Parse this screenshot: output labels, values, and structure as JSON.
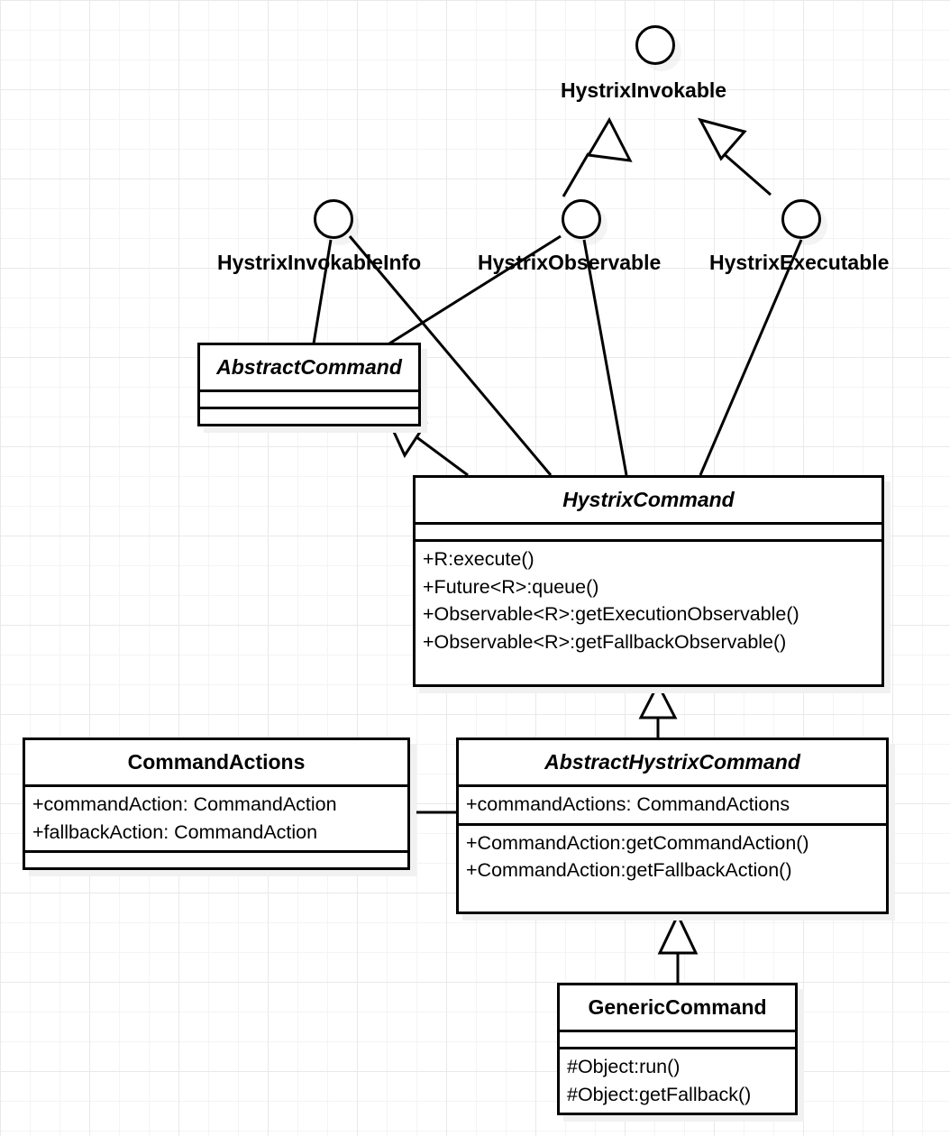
{
  "diagram": {
    "title": "Hystrix Command UML Class Diagram",
    "kind": "uml-class-diagram",
    "stroke_color": "#000000",
    "fill_color": "#ffffff",
    "shadow_color": "#f1f1f1",
    "grid_color": "#e9e9e9"
  },
  "interfaces": [
    {
      "id": "hystrix-invokable",
      "label": "HystrixInvokable",
      "icon": "interface-circle-icon"
    },
    {
      "id": "hystrix-invokable-info",
      "label": "HystrixInvokableInfo",
      "icon": "interface-circle-icon"
    },
    {
      "id": "hystrix-observable",
      "label": "HystrixObservable",
      "icon": "interface-circle-icon"
    },
    {
      "id": "hystrix-executable",
      "label": "HystrixExecutable",
      "icon": "interface-circle-icon"
    }
  ],
  "classes": [
    {
      "id": "abstract-command",
      "name": "AbstractCommand",
      "stereotype": "abstract",
      "attributes": [],
      "operations": []
    },
    {
      "id": "hystrix-command",
      "name": "HystrixCommand",
      "stereotype": "abstract",
      "attributes": [],
      "operations": [
        "+R:execute()",
        "+Future<R>:queue()",
        "+Observable<R>:getExecutionObservable()",
        "+Observable<R>:getFallbackObservable()"
      ]
    },
    {
      "id": "command-actions",
      "name": "CommandActions",
      "stereotype": "concrete",
      "attributes": [
        "+commandAction: CommandAction",
        "+fallbackAction: CommandAction"
      ],
      "operations": []
    },
    {
      "id": "abstract-hystrix-command",
      "name": "AbstractHystrixCommand",
      "stereotype": "abstract",
      "attributes": [
        "+commandActions: CommandActions"
      ],
      "operations": [
        "+CommandAction:getCommandAction()",
        "+CommandAction:getFallbackAction()"
      ]
    },
    {
      "id": "generic-command",
      "name": "GenericCommand",
      "stereotype": "concrete",
      "attributes": [],
      "operations": [
        "#Object:run()",
        "#Object:getFallback()"
      ]
    }
  ],
  "relationships": [
    {
      "id": "rel-1",
      "type": "generalization",
      "from": "HystrixInvokableInfo",
      "to": "HystrixInvokable",
      "arrow": "hollow-triangle"
    },
    {
      "id": "rel-2",
      "type": "generalization",
      "from": "HystrixObservable",
      "to": "HystrixInvokable",
      "arrow": "hollow-triangle"
    },
    {
      "id": "rel-3",
      "type": "generalization",
      "from": "HystrixExecutable",
      "to": "HystrixInvokable",
      "arrow": "hollow-triangle"
    },
    {
      "id": "rel-4",
      "type": "realization",
      "from": "AbstractCommand",
      "to": "HystrixInvokableInfo",
      "arrow": "none"
    },
    {
      "id": "rel-5",
      "type": "realization",
      "from": "AbstractCommand",
      "to": "HystrixObservable",
      "arrow": "none"
    },
    {
      "id": "rel-6",
      "type": "realization",
      "from": "HystrixCommand",
      "to": "HystrixInvokableInfo",
      "arrow": "none"
    },
    {
      "id": "rel-7",
      "type": "realization",
      "from": "HystrixCommand",
      "to": "HystrixObservable",
      "arrow": "none"
    },
    {
      "id": "rel-8",
      "type": "realization",
      "from": "HystrixCommand",
      "to": "HystrixExecutable",
      "arrow": "none"
    },
    {
      "id": "rel-9",
      "type": "generalization",
      "from": "HystrixCommand",
      "to": "AbstractCommand",
      "arrow": "hollow-triangle"
    },
    {
      "id": "rel-10",
      "type": "generalization",
      "from": "AbstractHystrixCommand",
      "to": "HystrixCommand",
      "arrow": "hollow-triangle"
    },
    {
      "id": "rel-11",
      "type": "generalization",
      "from": "GenericCommand",
      "to": "AbstractHystrixCommand",
      "arrow": "hollow-triangle"
    },
    {
      "id": "rel-12",
      "type": "association",
      "from": "CommandActions",
      "to": "AbstractHystrixCommand",
      "arrow": "none"
    }
  ]
}
